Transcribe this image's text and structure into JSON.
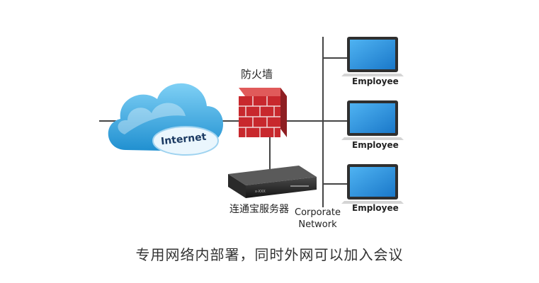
{
  "cloud": {
    "label": "Internet"
  },
  "firewall": {
    "label": "防火墙"
  },
  "server": {
    "label": "连通宝服务器",
    "brand_text": "x-XXX"
  },
  "network": {
    "line1": "Corporate",
    "line2": "Network"
  },
  "employees": [
    "Employee",
    "Employee",
    "Employee"
  ],
  "caption": "专用网络内部署，同时外网可以加入会议",
  "colors": {
    "cloud": "#3aa7de",
    "firewall": "#c8282d",
    "laptop_screen": "#2b8fe0",
    "line": "#444444"
  }
}
